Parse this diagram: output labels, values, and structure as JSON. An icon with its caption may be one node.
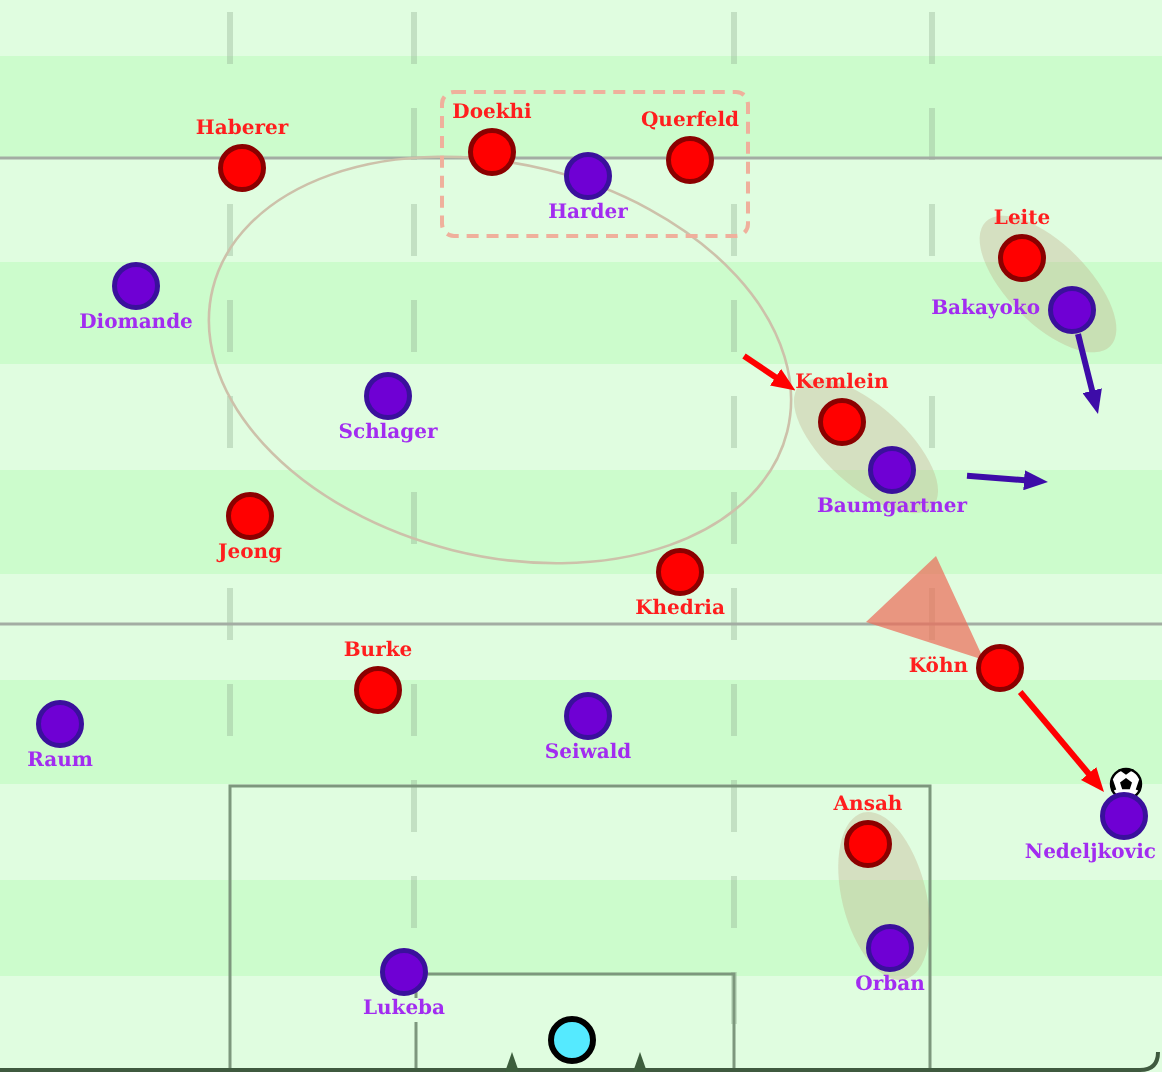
{
  "diagram": {
    "nodes": [
      {
        "text": [
          "Haberer"
        ]
      },
      {
        "text": [],
        "shape": "box"
      },
      {
        "text": [
          "Doekhi"
        ],
        "in": 1
      },
      {
        "text": [
          "Querfeld"
        ],
        "in": 1
      },
      {
        "text": [
          "Harder"
        ],
        "in": 1
      },
      {
        "text": [
          "Leite"
        ]
      },
      {
        "text": [
          "Diomande"
        ]
      },
      {
        "text": [
          "Bakayoko"
        ]
      },
      {
        "text": [
          "Kemlein"
        ]
      },
      {
        "text": [
          "Schlager"
        ]
      },
      {
        "text": [
          "Baumgartner"
        ]
      },
      {
        "text": [
          "Jeong"
        ]
      },
      {
        "text": [
          "Khedria"
        ]
      },
      {
        "text": [
          "Burke"
        ]
      },
      {
        "text": [
          "Köhn"
        ]
      },
      {
        "text": [
          "Raum"
        ]
      },
      {
        "text": [
          "Seiwald"
        ]
      },
      {
        "text": [
          "Ansah"
        ]
      },
      {
        "text": [
          "Nedeljkovic"
        ]
      },
      {
        "text": [
          "Orban"
        ]
      },
      {
        "text": [
          "Lukeba"
        ]
      },
      {
        "text": [],
        "shape": "circle"
      }
    ],
    "edges": [
      {
        "from": null,
        "to": 8,
        "arrow": "to",
        "color": "#ff0000"
      },
      {
        "from": 7,
        "to": null,
        "arrow": "to",
        "color": "#3d0ca8"
      },
      {
        "from": 10,
        "to": null,
        "arrow": "to",
        "color": "#3d0ca8"
      },
      {
        "from": 14,
        "to": 18,
        "arrow": "to",
        "color": "#ff0000"
      }
    ]
  }
}
